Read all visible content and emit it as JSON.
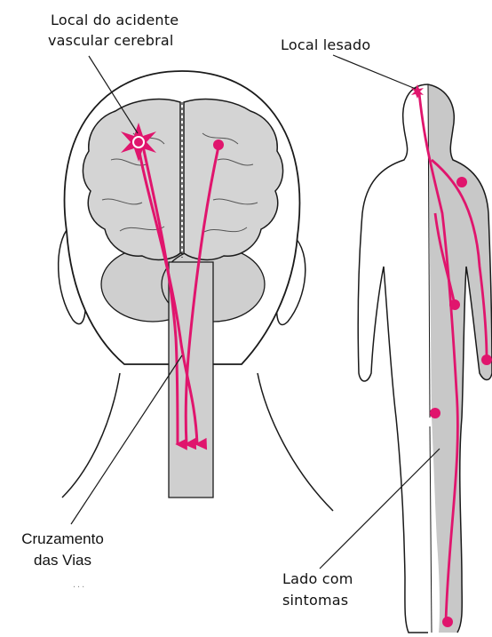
{
  "labels": {
    "stroke_site_line1": "Local do acidente",
    "stroke_site_line2": "vascular cerebral",
    "injured_site": "Local lesado",
    "crossing_line1": "Cruzamento",
    "crossing_line2": "das Vias",
    "crossing_residual": "...",
    "symptom_side_line1": "Lado com",
    "symptom_side_line2": "sintomas"
  },
  "colors": {
    "pathway": "#e0156d",
    "lesion": "#e0156d",
    "outline": "#1a1a1a",
    "shaded": "#c8c8c8",
    "skin": "#ffffff"
  },
  "icons": {
    "lesion_marker": "starburst-icon",
    "pathway_end": "arrow-down-icon",
    "symptom_point": "dot-icon"
  }
}
